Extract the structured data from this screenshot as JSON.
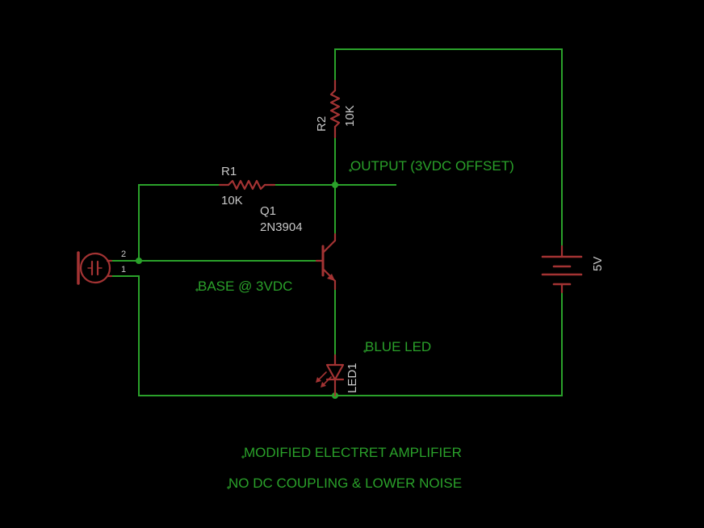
{
  "colors": {
    "background": "#000000",
    "wire": "#2aa12a",
    "component": "#a33333",
    "label": "#c8c8c8"
  },
  "components": {
    "r1": {
      "name": "R1",
      "value": "10K"
    },
    "r2": {
      "name": "R2",
      "value": "10K"
    },
    "q1": {
      "name": "Q1",
      "value": "2N3904"
    },
    "led1": {
      "name": "LED1"
    },
    "battery": {
      "value": "5V"
    },
    "mic": {
      "pin_top": "2",
      "pin_bottom": "1"
    }
  },
  "net_labels": {
    "output": "OUTPUT (3VDC OFFSET)",
    "base": "BASE @ 3VDC",
    "blue_led": "BLUE LED"
  },
  "notes": {
    "line1": "MODIFIED ELECTRET AMPLIFIER",
    "line2": "NO DC COUPLING & LOWER NOISE"
  }
}
